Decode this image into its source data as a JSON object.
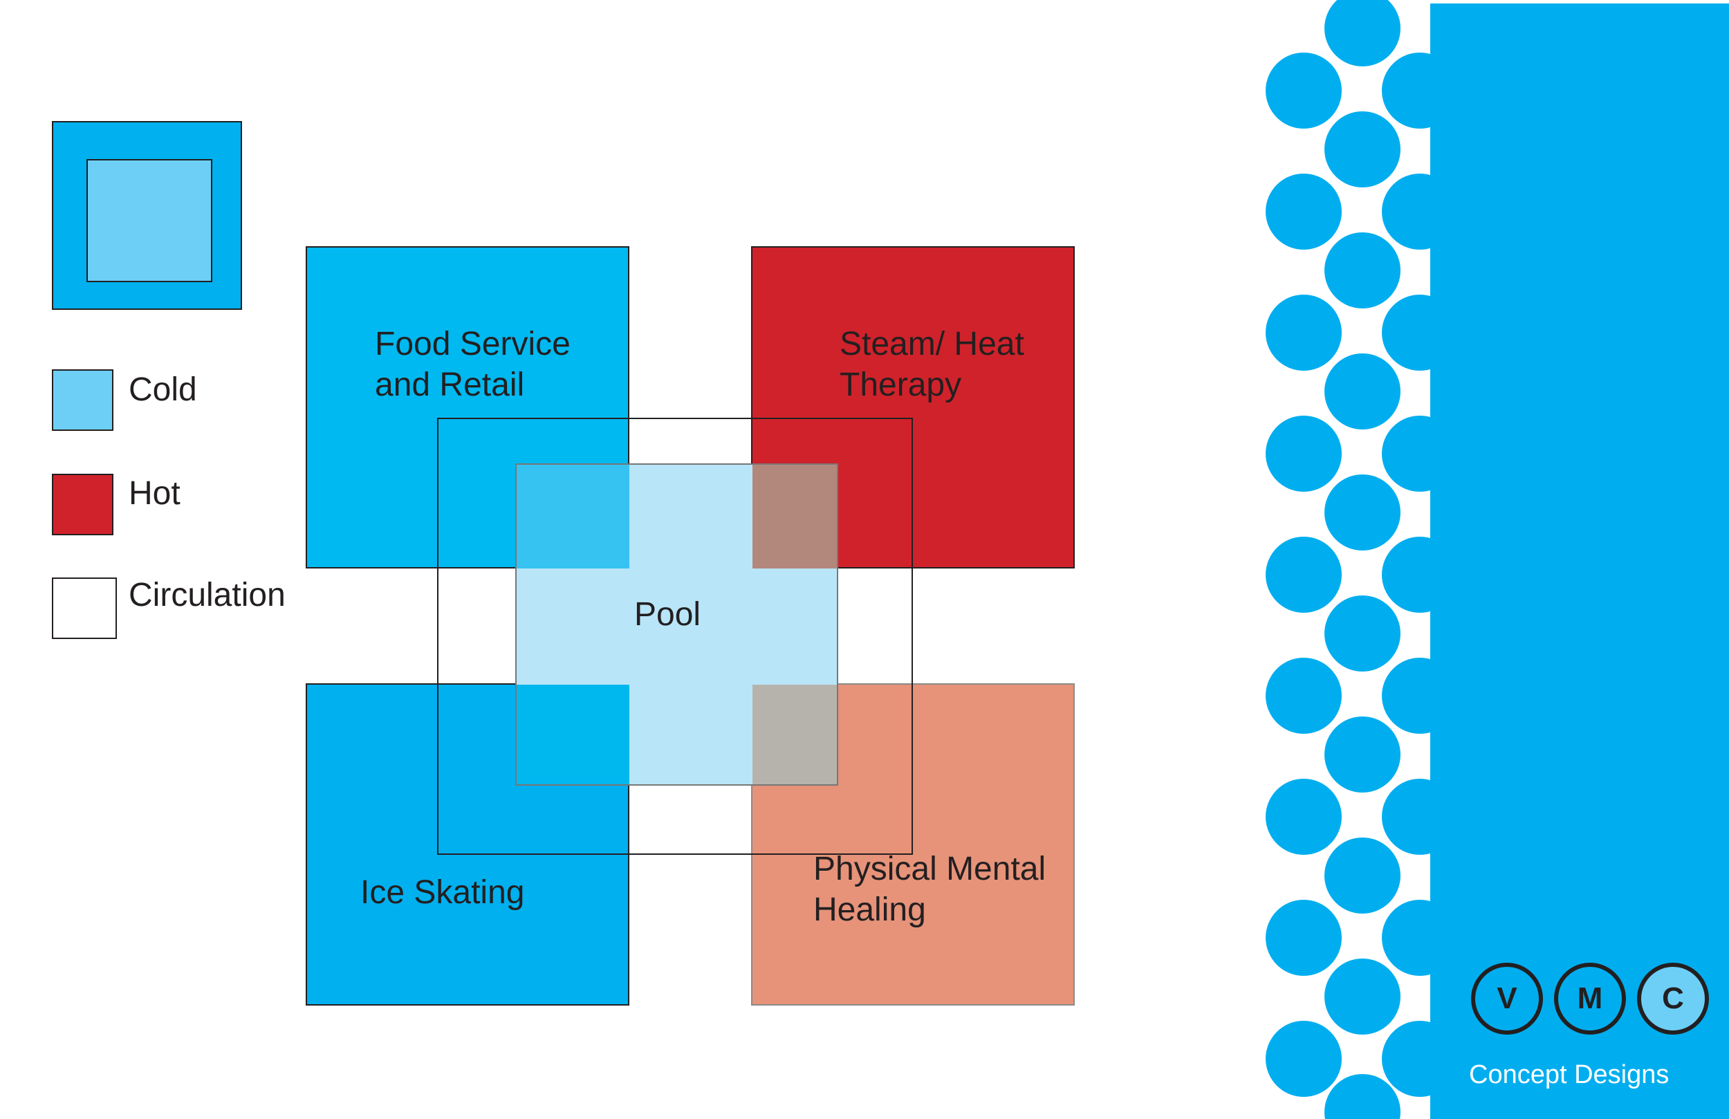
{
  "legend": {
    "items": [
      {
        "label": "Cold",
        "color": "#6dcff6"
      },
      {
        "label": "Hot",
        "color": "#d0222b"
      },
      {
        "label": "Circulation",
        "color": "#ffffff"
      }
    ],
    "key_icon_colors": {
      "outer": "#00b0ef",
      "inner": "#6dcff6"
    }
  },
  "diagram": {
    "zones": [
      {
        "id": "food",
        "label": "Food Service\nand Retail",
        "color": "#00b9f1"
      },
      {
        "id": "steam",
        "label": "Steam/ Heat\nTherapy",
        "color": "#d0222b"
      },
      {
        "id": "ice",
        "label": "Ice Skating",
        "color": "#00b0ef"
      },
      {
        "id": "physical",
        "label": "Physical Mental\nHealing",
        "color": "#e6937a"
      },
      {
        "id": "pool",
        "label": "Pool",
        "color": "#b9e5f8"
      }
    ]
  },
  "brand": {
    "letters": [
      "V",
      "M",
      "C"
    ],
    "subtitle": "Concept Designs",
    "panel_color": "#00aeef",
    "letter_fills": [
      "#00aeef",
      "#00aeef",
      "#6dcff6"
    ]
  }
}
